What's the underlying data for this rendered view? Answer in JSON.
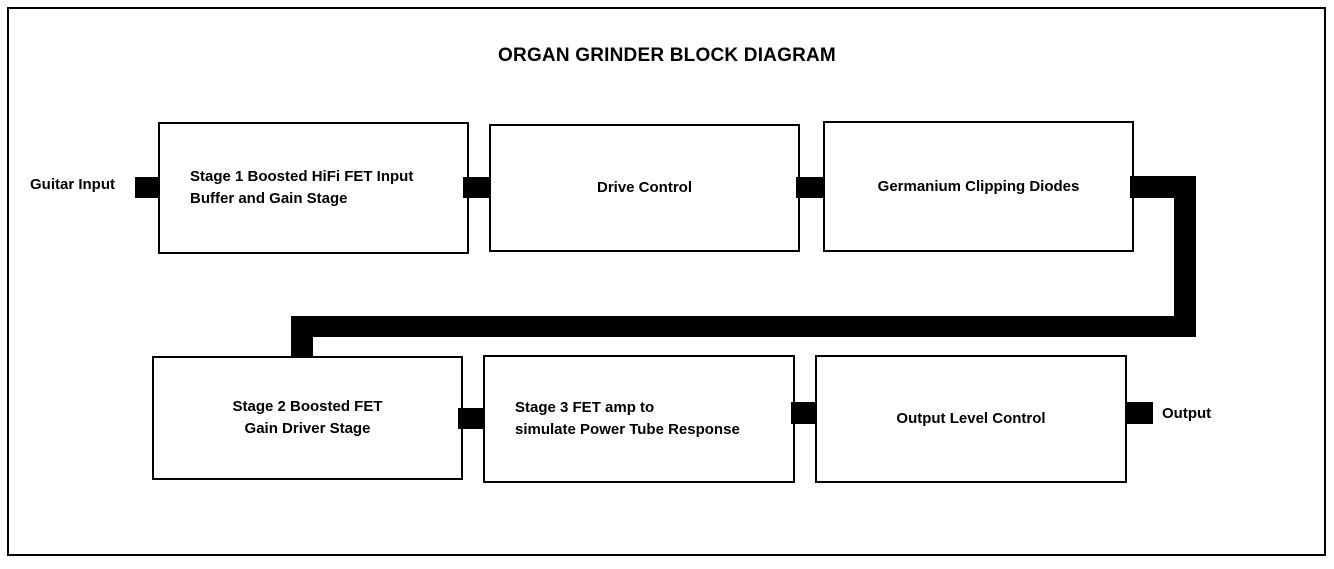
{
  "diagram": {
    "title": "ORGAN GRINDER BLOCK DIAGRAM",
    "frame_color": "#000000",
    "background_color": "#ffffff",
    "line_color": "#000000",
    "text_color": "#000000"
  },
  "endpoints": {
    "input_label": "Guitar Input",
    "output_label": "Output"
  },
  "blocks": [
    {
      "id": "stage-1",
      "line1": "Stage 1 Boosted HiFi FET Input",
      "line2": "Buffer and Gain Stage"
    },
    {
      "id": "drive-control",
      "line1": "Drive Control",
      "line2": ""
    },
    {
      "id": "germanium-clipping-diodes",
      "line1": "Germanium Clipping Diodes",
      "line2": ""
    },
    {
      "id": "stage-2",
      "line1": "Stage 2 Boosted FET",
      "line2": "Gain Driver Stage"
    },
    {
      "id": "stage-3",
      "line1": "Stage 3 FET amp to",
      "line2": "simulate Power Tube Response"
    },
    {
      "id": "output-level-control",
      "line1": "Output Level Control",
      "line2": ""
    }
  ]
}
